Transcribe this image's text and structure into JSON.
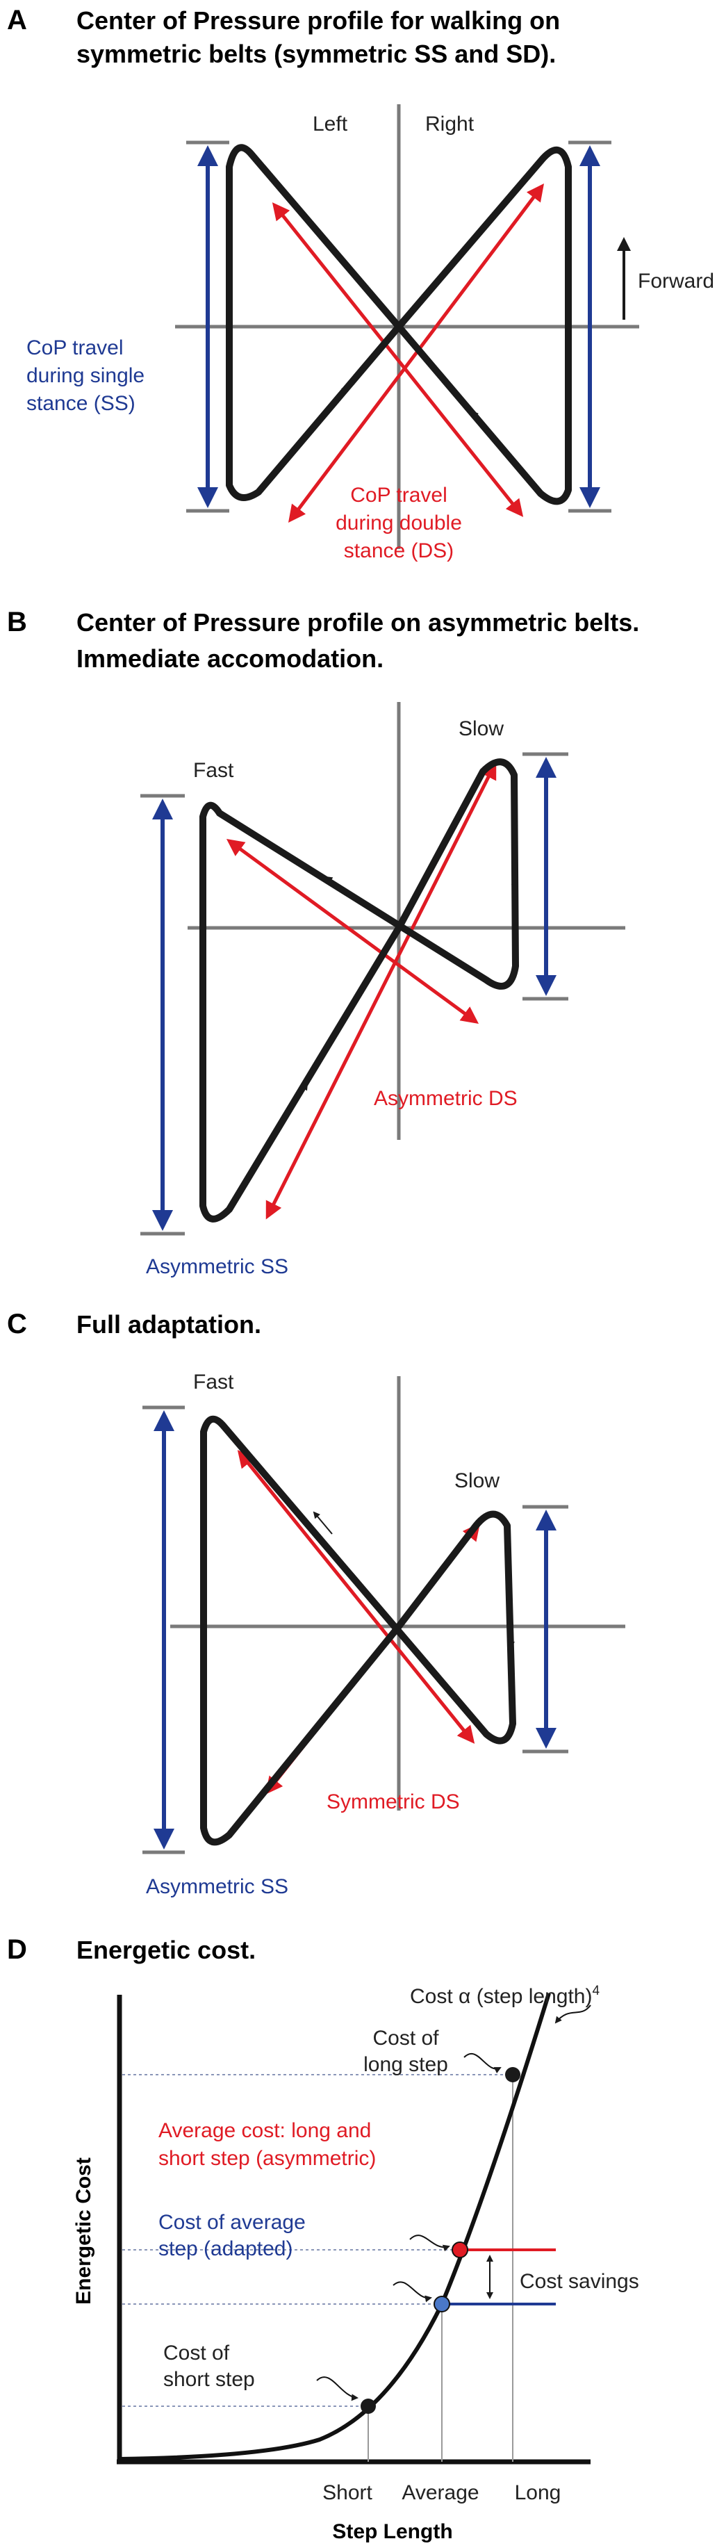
{
  "colors": {
    "blue": "#1f3a93",
    "red": "#e01b24",
    "black": "#1a1a1a",
    "gray": "#7a7a7a",
    "dotted": "#8a96b8",
    "point_red": "#e01b24",
    "point_blue": "#4a78c8"
  },
  "panel_a": {
    "letter": "A",
    "title_line1": "Center of Pressure profile for walking on",
    "title_line2": "symmetric belts (symmetric SS and SD).",
    "left_label": "Left",
    "right_label": "Right",
    "forward_label": "Forward",
    "ss_line1": "CoP travel",
    "ss_line2": "during single",
    "ss_line3": "stance (SS)",
    "ds_line1": "CoP travel",
    "ds_line2": "during double",
    "ds_line3": "stance (DS)"
  },
  "panel_b": {
    "letter": "B",
    "title_line1": "Center of Pressure profile on asymmetric belts.",
    "title_line2": "Immediate accomodation.",
    "fast_label": "Fast",
    "slow_label": "Slow",
    "ds_label": "Asymmetric DS",
    "ss_label": "Asymmetric SS"
  },
  "panel_c": {
    "letter": "C",
    "title": "Full adaptation.",
    "fast_label": "Fast",
    "slow_label": "Slow",
    "ds_label": "Symmetric DS",
    "ss_label": "Asymmetric SS"
  },
  "panel_d": {
    "letter": "D",
    "title": "Energetic cost.",
    "formula": "Cost α (step length)",
    "formula_exp": "4",
    "long_line1": "Cost of",
    "long_line2": "long step",
    "avg_cost_line1": "Average cost: long and",
    "avg_cost_line2": "short step (asymmetric)",
    "adapted_line1": "Cost of average",
    "adapted_line2": "step (adapted)",
    "savings": "Cost savings",
    "short_line1": "Cost of",
    "short_line2": "short step",
    "ylabel": "Energetic Cost",
    "xlabel": "Step Length",
    "ticks": [
      "Short",
      "Average",
      "Long"
    ]
  }
}
